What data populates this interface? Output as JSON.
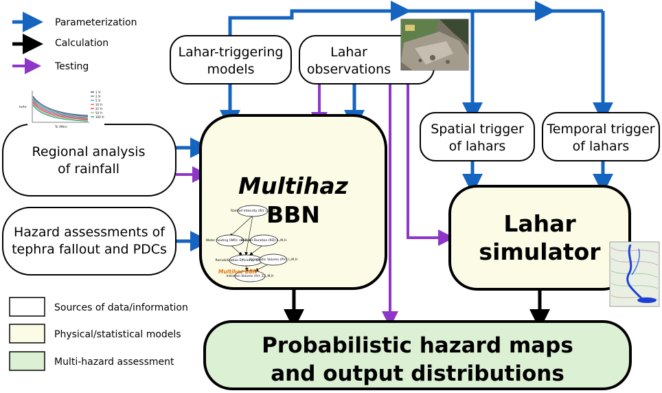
{
  "legend": {
    "arrows": [
      {
        "label": "Parameterization",
        "color": "#1565c0"
      },
      {
        "label": "Calculation",
        "color": "#000000"
      },
      {
        "label": "Testing",
        "color": "#8e36c8"
      }
    ],
    "boxes": [
      {
        "label": "Sources of data/information",
        "fill": "#ffffff"
      },
      {
        "label": "Physical/statistical models",
        "fill": "#fbfbe6"
      },
      {
        "label": "Multi-hazard assessment",
        "fill": "#dcf0d4"
      }
    ]
  },
  "nodes": {
    "lahar_triggering_models": [
      "Lahar-triggering",
      "models"
    ],
    "lahar_observations": [
      "Lahar",
      "observations"
    ],
    "regional_analysis": [
      "Regional analysis",
      "of rainfall"
    ],
    "hazard_assessments": [
      "Hazard assessments of",
      "tephra fallout and PDCs"
    ],
    "spatial_trigger": [
      "Spatial trigger",
      "of lahars"
    ],
    "temporal_trigger": [
      "Temporal trigger",
      "of lahars"
    ],
    "multihaz_bbn": [
      "Multihaz",
      "BBN"
    ],
    "lahar_simulator": [
      "Lahar",
      "simulator"
    ],
    "hazard_maps": [
      "Probabilistic hazard maps",
      "and output distributions"
    ]
  },
  "bbn_inset": {
    "nodes": [
      "Rainfall Intensity (RI): L,M,H",
      "Water Routing (WR): not R,min",
      "Rainfall Duration (RD): L,M,H",
      "Remobilisation Efficiency (RE): Z,L,M,H",
      "Pyroclastic Volume (PV): L,M,H",
      "Initiation Volume (IV): Z,L,M,H"
    ],
    "caption": "Multihaz BBN"
  },
  "rainfall_inset": {
    "ylabel": "In/hr",
    "xlabel": "Tc (Min)",
    "legend": [
      "1 Yr",
      "2 Yr",
      "5 Yr",
      "10 Yr",
      "25 Yr",
      "50 Yr",
      "100 Yr"
    ],
    "colors": [
      "#1a237e",
      "#2e7d32",
      "#1e88e5",
      "#e53935",
      "#c2185b",
      "#7cb342",
      "#00897b"
    ]
  }
}
